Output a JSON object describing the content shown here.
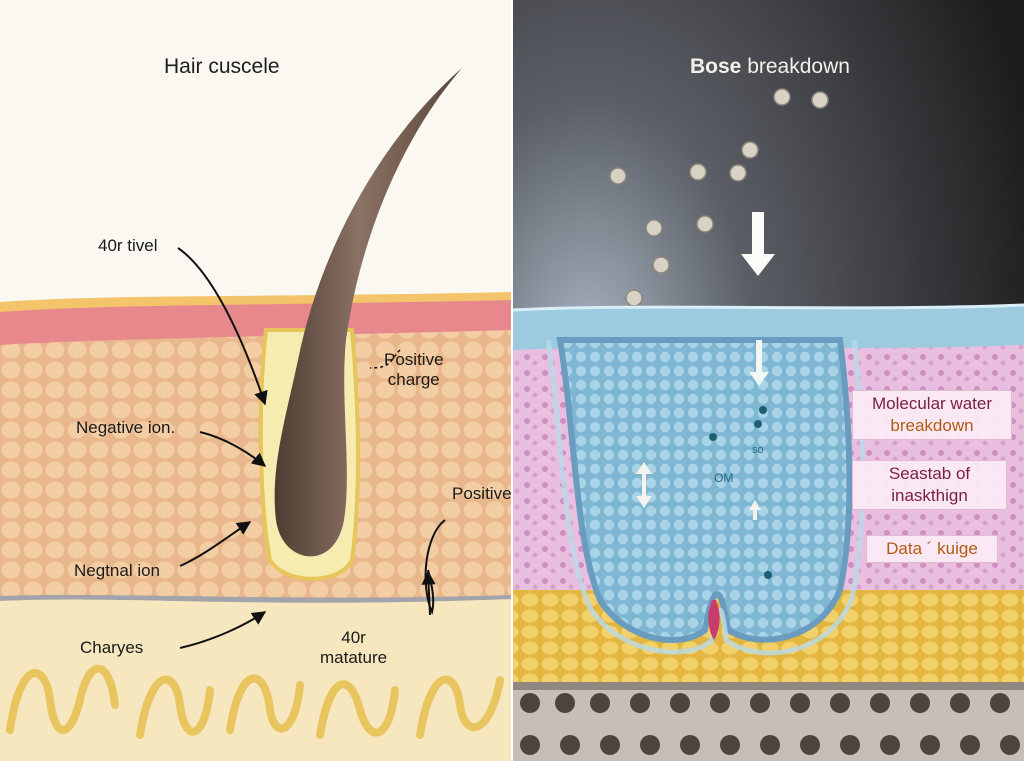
{
  "left_panel": {
    "title": "Hair cuscele",
    "labels": {
      "top_label": "40r tivel",
      "positive_charge": "Positive\ncharge",
      "negative_ion_1": "Negative ion.",
      "positive": "Positive",
      "negative_ion_2": "Negtnal ion",
      "charges": "Charyes",
      "bottom_label": "40r\nmatature"
    }
  },
  "right_panel": {
    "title_bold": "Bose",
    "title_rest": " breakdown",
    "boxes": [
      {
        "line1": "Molecular water",
        "line2": "breakdown"
      },
      {
        "line1": "Seastab  of",
        "line2": "inaskthign"
      },
      {
        "line1": "Data ´ kuige",
        "line2": ""
      }
    ],
    "inner_text": {
      "om": "OM",
      "so": "so"
    }
  },
  "colors": {
    "skin_tan": "#efc9a0",
    "skin_red": "#d9646b",
    "hair": "#6a5547",
    "right_bg": "#2a2628",
    "water_blue": "#8fc3dc",
    "pink_tissue": "#e8b6de",
    "yellow_fat": "#e8c24d"
  }
}
